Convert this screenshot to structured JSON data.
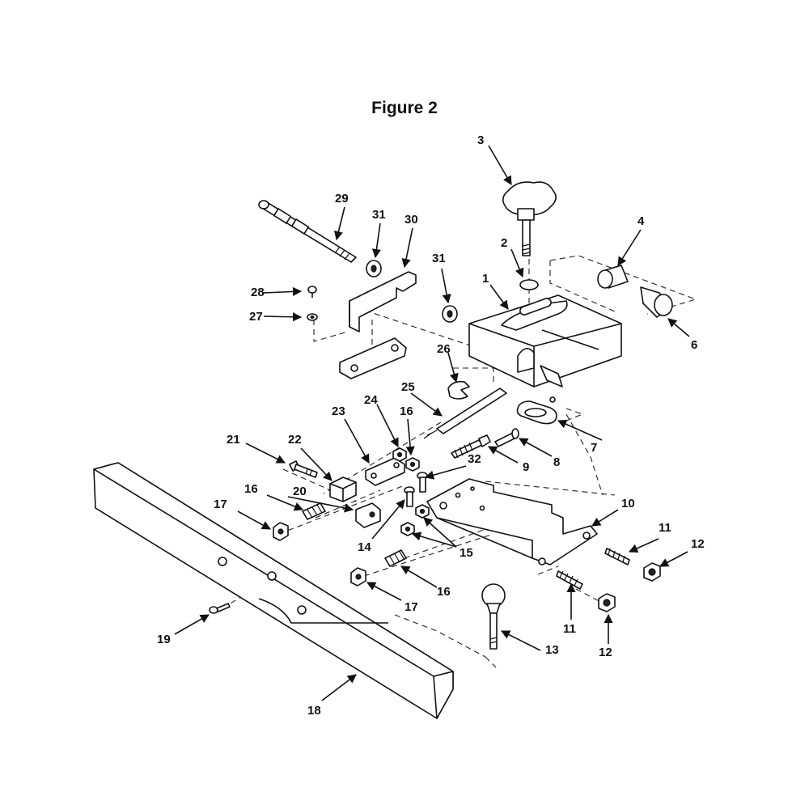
{
  "title": "Figure 2",
  "callouts": [
    {
      "id": "c1",
      "label": "1"
    },
    {
      "id": "c2",
      "label": "2"
    },
    {
      "id": "c3",
      "label": "3"
    },
    {
      "id": "c4",
      "label": "4"
    },
    {
      "id": "c6",
      "label": "6"
    },
    {
      "id": "c7",
      "label": "7"
    },
    {
      "id": "c8",
      "label": "8"
    },
    {
      "id": "c9",
      "label": "9"
    },
    {
      "id": "c10",
      "label": "10"
    },
    {
      "id": "c11a",
      "label": "11"
    },
    {
      "id": "c11b",
      "label": "11"
    },
    {
      "id": "c12a",
      "label": "12"
    },
    {
      "id": "c12b",
      "label": "12"
    },
    {
      "id": "c13",
      "label": "13"
    },
    {
      "id": "c14",
      "label": "14"
    },
    {
      "id": "c15",
      "label": "15"
    },
    {
      "id": "c16a",
      "label": "16"
    },
    {
      "id": "c16b",
      "label": "16"
    },
    {
      "id": "c16c",
      "label": "16"
    },
    {
      "id": "c17a",
      "label": "17"
    },
    {
      "id": "c17b",
      "label": "17"
    },
    {
      "id": "c18",
      "label": "18"
    },
    {
      "id": "c19",
      "label": "19"
    },
    {
      "id": "c20",
      "label": "20"
    },
    {
      "id": "c21",
      "label": "21"
    },
    {
      "id": "c22",
      "label": "22"
    },
    {
      "id": "c23",
      "label": "23"
    },
    {
      "id": "c24",
      "label": "24"
    },
    {
      "id": "c25",
      "label": "25"
    },
    {
      "id": "c26",
      "label": "26"
    },
    {
      "id": "c27",
      "label": "27"
    },
    {
      "id": "c28",
      "label": "28"
    },
    {
      "id": "c29",
      "label": "29"
    },
    {
      "id": "c30",
      "label": "30"
    },
    {
      "id": "c31a",
      "label": "31"
    },
    {
      "id": "c31b",
      "label": "31"
    },
    {
      "id": "c32",
      "label": "32"
    }
  ]
}
